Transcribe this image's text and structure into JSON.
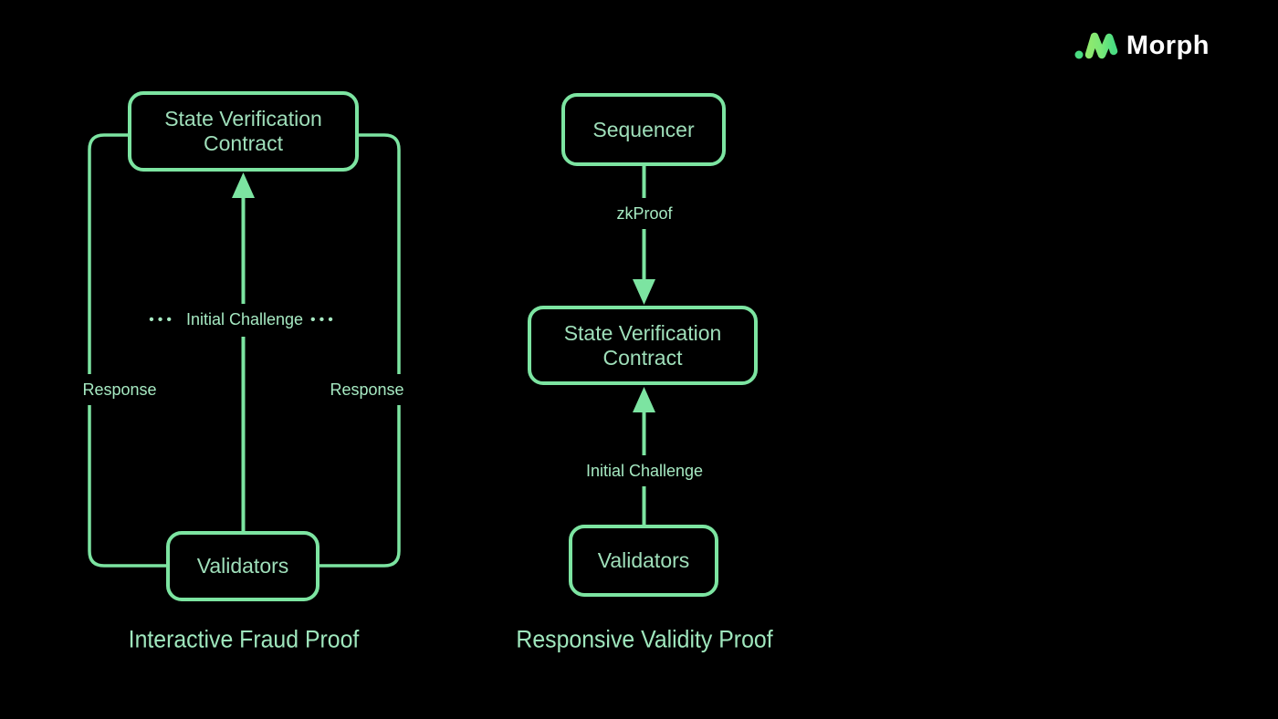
{
  "brand": {
    "name": "Morph",
    "icon": "morph-molecule-icon"
  },
  "left_diagram": {
    "caption": "Interactive Fraud Proof",
    "top_box": "State Verification Contract",
    "bottom_box": "Validators",
    "center_arrow_label": "Initial Challenge",
    "dots": "•••",
    "left_line_label": "Response",
    "right_line_label": "Response"
  },
  "right_diagram": {
    "caption": "Responsive Validity Proof",
    "top_box": "Sequencer",
    "middle_box": "State Verification Contract",
    "bottom_box": "Validators",
    "top_arrow_label": "zkProof",
    "bottom_arrow_label": "Initial Challenge"
  },
  "colors": {
    "background": "#000000",
    "line_green": "#7ce4a1",
    "box_text_green": "#9fdfba",
    "label_green": "#a6e9c2",
    "brand_white": "#ffffff"
  }
}
